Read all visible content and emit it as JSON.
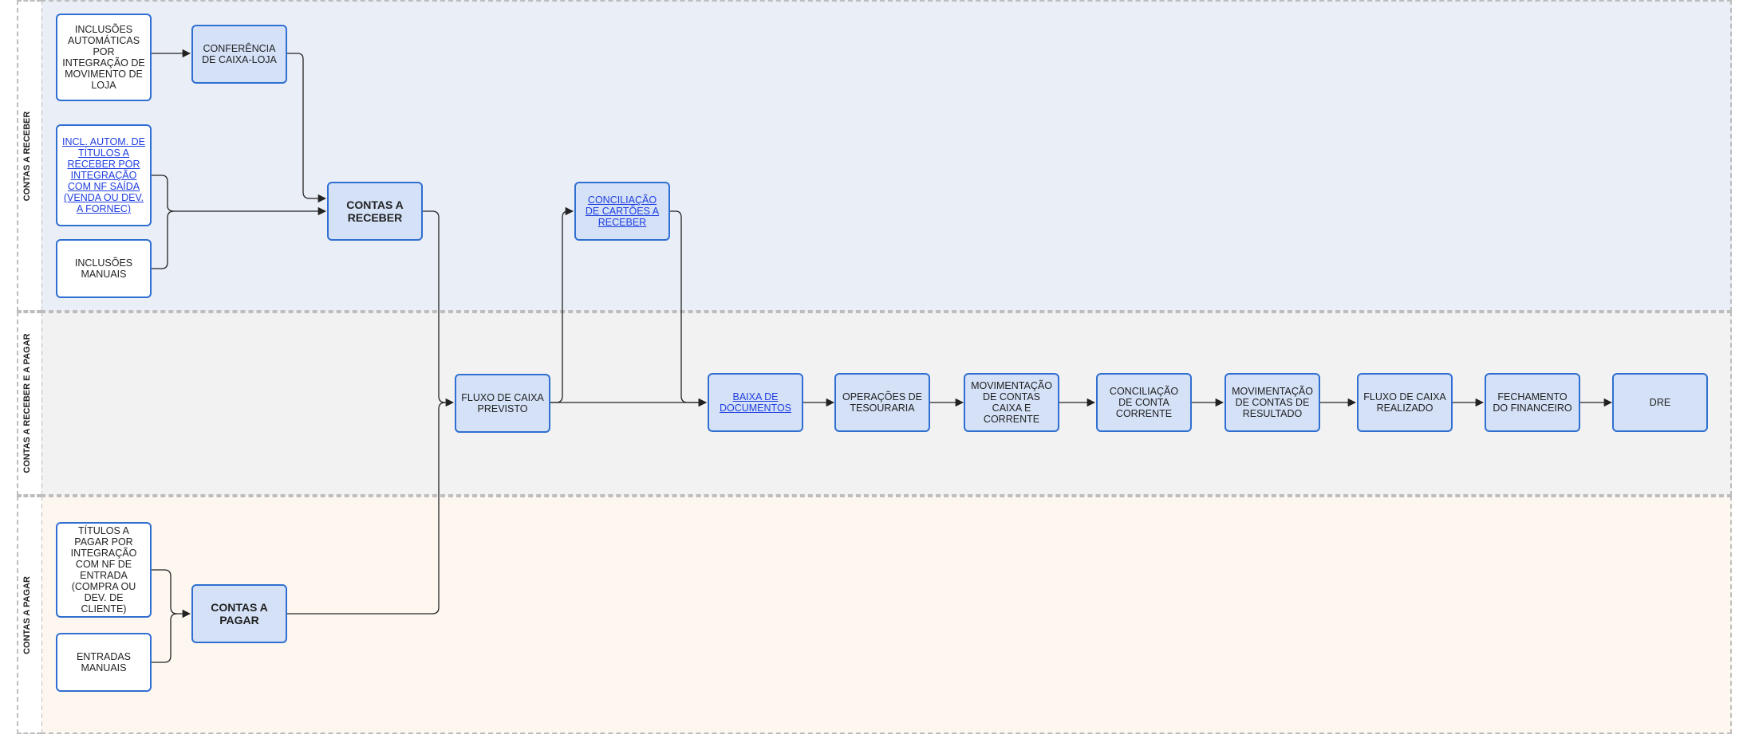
{
  "lanes": {
    "receber": "CONTAS A RECEBER",
    "ambos": "CONTAS A RECEBER E A PAGAR",
    "pagar": "CONTAS A PAGAR"
  },
  "nodes": {
    "inclusoes_automaticas": "INCLUSÕES AUTOMÁTICAS POR INTEGRAÇÃO DE MOVIMENTO DE LOJA",
    "conferencia_caixa": "CONFERÊNCIA DE CAIXA-LOJA",
    "incl_autom_titulos": "INCL. AUTOM. DE TÍTULOS A RECEBER POR INTEGRAÇÃO COM NF SAÍDA (VENDA OU DEV. A FORNEC)",
    "inclusoes_manuais": "INCLUSÕES MANUAIS",
    "contas_receber": "CONTAS A RECEBER",
    "conciliacao_cartoes": "CONCILIAÇÃO DE CARTÕES A RECEBER",
    "fluxo_previsto": "FLUXO DE CAIXA PREVISTO",
    "baixa_documentos": "BAIXA DE DOCUMENTOS",
    "operacoes_tesouraria": "OPERAÇÕES DE TESOURARIA",
    "mov_contas_caixa": "MOVIMENTAÇÃO DE CONTAS CAIXA E CORRENTE",
    "conciliacao_corrente": "CONCILIAÇÃO DE CONTA CORRENTE",
    "mov_contas_resultado": "MOVIMENTAÇÃO DE CONTAS DE RESULTADO",
    "fluxo_realizado": "FLUXO DE CAIXA REALIZADO",
    "fechamento_financeiro": "FECHAMENTO DO FINANCEIRO",
    "dre": "DRE",
    "titulos_pagar": "TÍTULOS A PAGAR POR INTEGRAÇÃO COM NF DE ENTRADA (COMPRA OU DEV. DE CLIENTE)",
    "entradas_manuais": "ENTRADAS MANUAIS",
    "contas_pagar": "CONTAS A PAGAR"
  },
  "colors": {
    "node_border": "#2f6fd1",
    "node_fill": "#d4e1f7",
    "lane_receber": "#eaeef7",
    "lane_ambos": "#f2f2f2",
    "lane_pagar": "#fdf7f0",
    "link": "#1f3ee0"
  }
}
